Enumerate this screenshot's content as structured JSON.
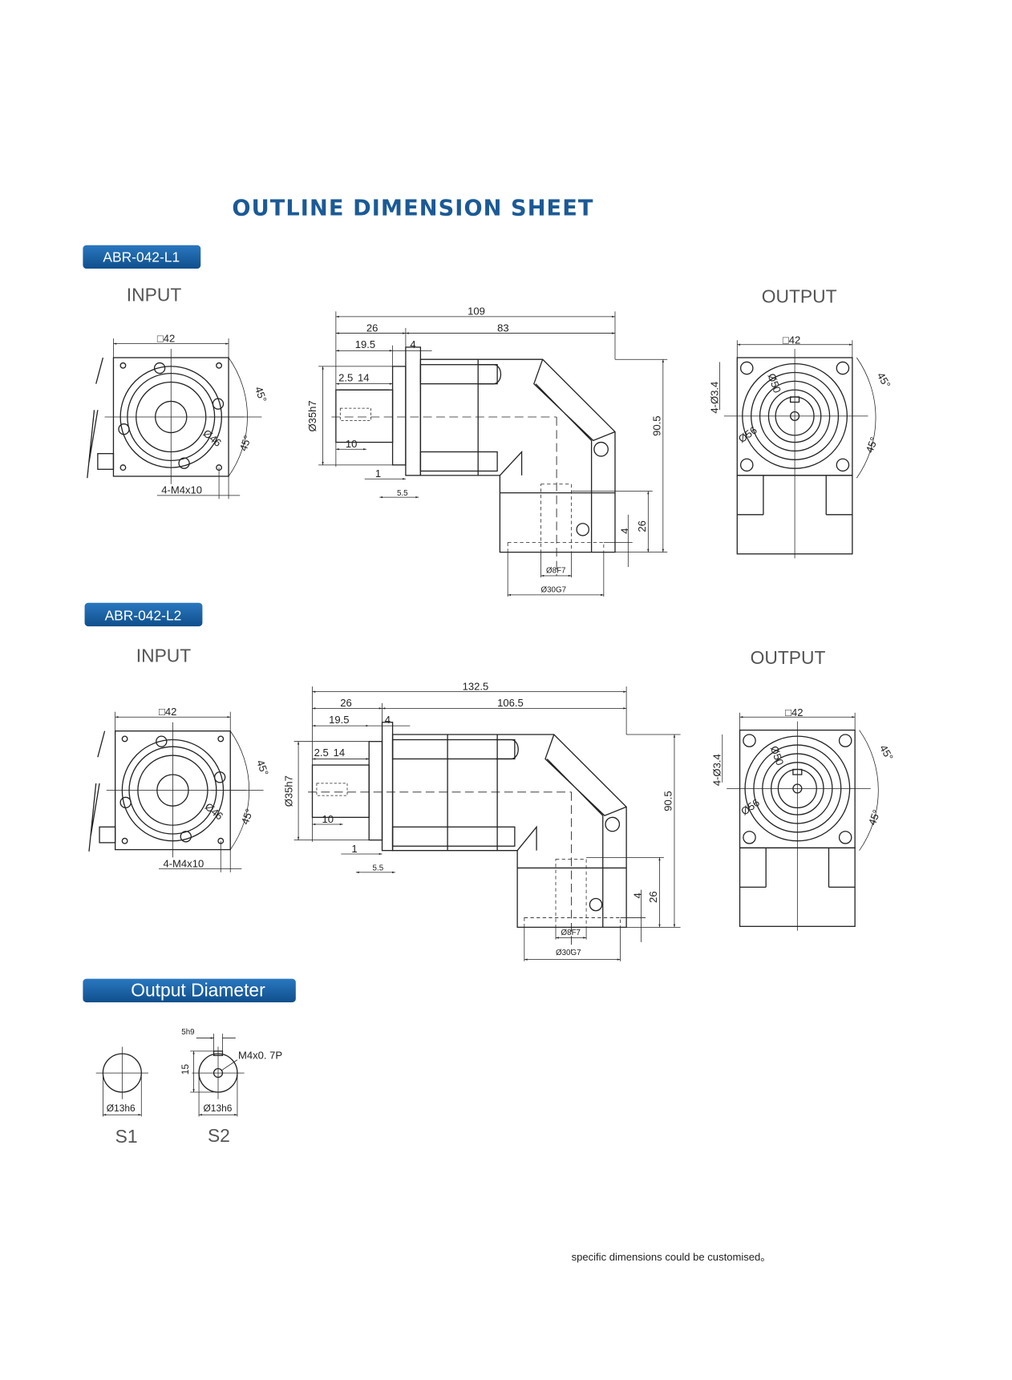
{
  "title": "OUTLINE DIMENSION SHEET",
  "colors": {
    "title": "#1b5a96",
    "banner": "#15599a"
  },
  "models": [
    {
      "name": "ABR-042-L1",
      "input_label": "INPUT",
      "output_label": "OUTPUT",
      "input_dims": {
        "square": "□42",
        "angle1": "45°",
        "angle2": "45°",
        "pcd": "Ø46",
        "screws": "4-M4x10"
      },
      "side_dims": {
        "total": "109",
        "d26": "26",
        "d83": "83",
        "d19_5": "19.5",
        "d4": "4",
        "d2_5": "2.5",
        "d14": "14",
        "d10": "10",
        "d1": "1",
        "d5_5": "5.5",
        "pilot": "Ø35h7",
        "height": "90.5",
        "d26v": "26",
        "d4v": "4",
        "bore": "Ø8F7",
        "bore_pilot": "Ø30G7"
      },
      "output_dims": {
        "square": "□42",
        "holes": "4-Ø3.4",
        "d50": "Ø50",
        "d56": "Ø56",
        "angle1": "45°",
        "angle2": "45°"
      }
    },
    {
      "name": "ABR-042-L2",
      "input_label": "INPUT",
      "output_label": "OUTPUT",
      "input_dims": {
        "square": "□42",
        "angle1": "45°",
        "angle2": "45°",
        "pcd": "Ø46",
        "screws": "4-M4x10"
      },
      "side_dims": {
        "total": "132.5",
        "d26": "26",
        "d83": "106.5",
        "d19_5": "19.5",
        "d4": "4",
        "d2_5": "2.5",
        "d14": "14",
        "d10": "10",
        "d1": "1",
        "d5_5": "5.5",
        "pilot": "Ø35h7",
        "height": "90.5",
        "d26v": "26",
        "d4v": "4",
        "bore": "Ø8F7",
        "bore_pilot": "Ø30G7"
      },
      "output_dims": {
        "square": "□42",
        "holes": "4-Ø3.4",
        "d50": "Ø50",
        "d56": "Ø56",
        "angle1": "45°",
        "angle2": "45°"
      }
    }
  ],
  "output_diameter": {
    "heading": "Output Diameter",
    "s1": {
      "label": "S1",
      "dia": "Ø13h6"
    },
    "s2": {
      "label": "S2",
      "dia": "Ø13h6",
      "key": "5h9",
      "height": "15",
      "thread": "M4x0. 7P"
    }
  },
  "note": "specific dimensions could be customised。"
}
